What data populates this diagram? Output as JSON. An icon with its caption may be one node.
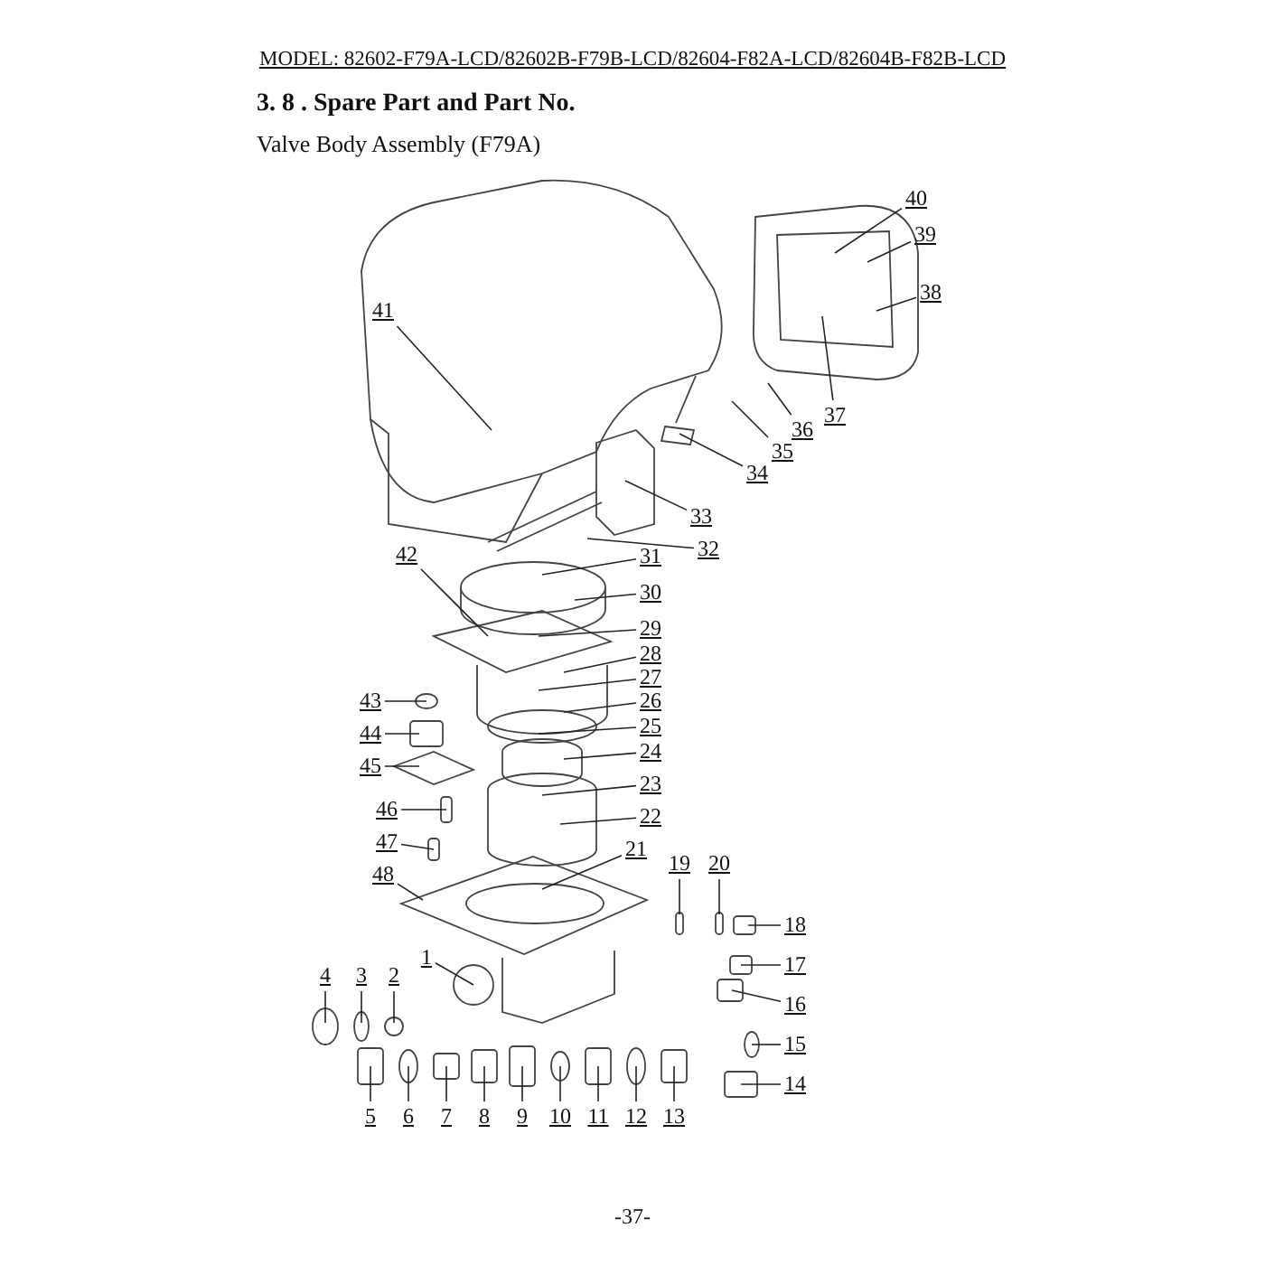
{
  "diagram": {
    "title": "3. 8 . Spare Part and Part No.",
    "nodes": [
      {
        "text": [
          "1"
        ]
      },
      {
        "text": [
          "2"
        ]
      },
      {
        "text": [
          "3"
        ]
      },
      {
        "text": [
          "4"
        ]
      },
      {
        "text": [
          "5"
        ]
      },
      {
        "text": [
          "6"
        ]
      },
      {
        "text": [
          "7"
        ]
      },
      {
        "text": [
          "8"
        ]
      },
      {
        "text": [
          "9"
        ]
      },
      {
        "text": [
          "10"
        ]
      },
      {
        "text": [
          "11"
        ]
      },
      {
        "text": [
          "12"
        ]
      },
      {
        "text": [
          "13"
        ]
      },
      {
        "text": [
          "14"
        ]
      },
      {
        "text": [
          "15"
        ]
      },
      {
        "text": [
          "16"
        ]
      },
      {
        "text": [
          "17"
        ]
      },
      {
        "text": [
          "18"
        ]
      },
      {
        "text": [
          "19"
        ]
      },
      {
        "text": [
          "20"
        ]
      },
      {
        "text": [
          "21"
        ]
      },
      {
        "text": [
          "22"
        ]
      },
      {
        "text": [
          "23"
        ]
      },
      {
        "text": [
          "24"
        ]
      },
      {
        "text": [
          "25"
        ]
      },
      {
        "text": [
          "26"
        ]
      },
      {
        "text": [
          "27"
        ]
      },
      {
        "text": [
          "28"
        ]
      },
      {
        "text": [
          "29"
        ]
      },
      {
        "text": [
          "30"
        ]
      },
      {
        "text": [
          "31"
        ]
      },
      {
        "text": [
          "32"
        ]
      },
      {
        "text": [
          "33"
        ]
      },
      {
        "text": [
          "34"
        ]
      },
      {
        "text": [
          "35"
        ]
      },
      {
        "text": [
          "36"
        ]
      },
      {
        "text": [
          "37"
        ]
      },
      {
        "text": [
          "38"
        ]
      },
      {
        "text": [
          "39"
        ]
      },
      {
        "text": [
          "40"
        ]
      },
      {
        "text": [
          "41"
        ]
      },
      {
        "text": [
          "42"
        ]
      },
      {
        "text": [
          "43"
        ]
      },
      {
        "text": [
          "44"
        ]
      },
      {
        "text": [
          "45"
        ]
      },
      {
        "text": [
          "46"
        ]
      },
      {
        "text": [
          "47"
        ]
      },
      {
        "text": [
          "48"
        ]
      }
    ],
    "edges": [
      {
        "from": 0,
        "to": null,
        "arrow": "none"
      },
      {
        "from": 1,
        "to": null,
        "arrow": "none"
      },
      {
        "from": 2,
        "to": null,
        "arrow": "none"
      },
      {
        "from": 3,
        "to": null,
        "arrow": "none"
      },
      {
        "from": 4,
        "to": null,
        "arrow": "none"
      },
      {
        "from": 5,
        "to": null,
        "arrow": "none"
      },
      {
        "from": 6,
        "to": null,
        "arrow": "none"
      },
      {
        "from": 7,
        "to": null,
        "arrow": "none"
      },
      {
        "from": 8,
        "to": null,
        "arrow": "none"
      },
      {
        "from": 9,
        "to": null,
        "arrow": "none"
      },
      {
        "from": 10,
        "to": null,
        "arrow": "none"
      },
      {
        "from": 11,
        "to": null,
        "arrow": "none"
      },
      {
        "from": 12,
        "to": null,
        "arrow": "none"
      },
      {
        "from": 13,
        "to": null,
        "arrow": "none"
      },
      {
        "from": 14,
        "to": null,
        "arrow": "none"
      },
      {
        "from": 15,
        "to": null,
        "arrow": "none"
      },
      {
        "from": 16,
        "to": null,
        "arrow": "none"
      },
      {
        "from": 17,
        "to": null,
        "arrow": "none"
      },
      {
        "from": 18,
        "to": null,
        "arrow": "none"
      },
      {
        "from": 19,
        "to": null,
        "arrow": "none"
      },
      {
        "from": 20,
        "to": null,
        "arrow": "none"
      },
      {
        "from": 21,
        "to": null,
        "arrow": "none"
      },
      {
        "from": 22,
        "to": null,
        "arrow": "none"
      },
      {
        "from": 23,
        "to": null,
        "arrow": "none"
      },
      {
        "from": 24,
        "to": null,
        "arrow": "none"
      },
      {
        "from": 25,
        "to": null,
        "arrow": "none"
      },
      {
        "from": 26,
        "to": null,
        "arrow": "none"
      },
      {
        "from": 27,
        "to": null,
        "arrow": "none"
      },
      {
        "from": 28,
        "to": null,
        "arrow": "none"
      },
      {
        "from": 29,
        "to": null,
        "arrow": "none"
      },
      {
        "from": 30,
        "to": null,
        "arrow": "none"
      },
      {
        "from": 31,
        "to": null,
        "arrow": "none"
      },
      {
        "from": 32,
        "to": null,
        "arrow": "none"
      },
      {
        "from": 33,
        "to": null,
        "arrow": "none"
      },
      {
        "from": 34,
        "to": null,
        "arrow": "none"
      },
      {
        "from": 35,
        "to": null,
        "arrow": "none"
      },
      {
        "from": 36,
        "to": null,
        "arrow": "none"
      },
      {
        "from": 37,
        "to": null,
        "arrow": "none"
      },
      {
        "from": 38,
        "to": null,
        "arrow": "none"
      },
      {
        "from": 39,
        "to": null,
        "arrow": "none"
      },
      {
        "from": 40,
        "to": null,
        "arrow": "none"
      },
      {
        "from": 41,
        "to": null,
        "arrow": "none"
      },
      {
        "from": 42,
        "to": null,
        "arrow": "none"
      },
      {
        "from": 43,
        "to": null,
        "arrow": "none"
      },
      {
        "from": 44,
        "to": null,
        "arrow": "none"
      },
      {
        "from": 45,
        "to": null,
        "arrow": "none"
      },
      {
        "from": 46,
        "to": null,
        "arrow": "none"
      },
      {
        "from": 47,
        "to": null,
        "arrow": "none"
      }
    ],
    "labels": [
      "MODEL: 82602-F79A-LCD/82602B-F79B-LCD/82604-F82A-LCD/82604B-F82B-LCD",
      "Valve Body Assembly (F79A)",
      "-37-"
    ]
  }
}
